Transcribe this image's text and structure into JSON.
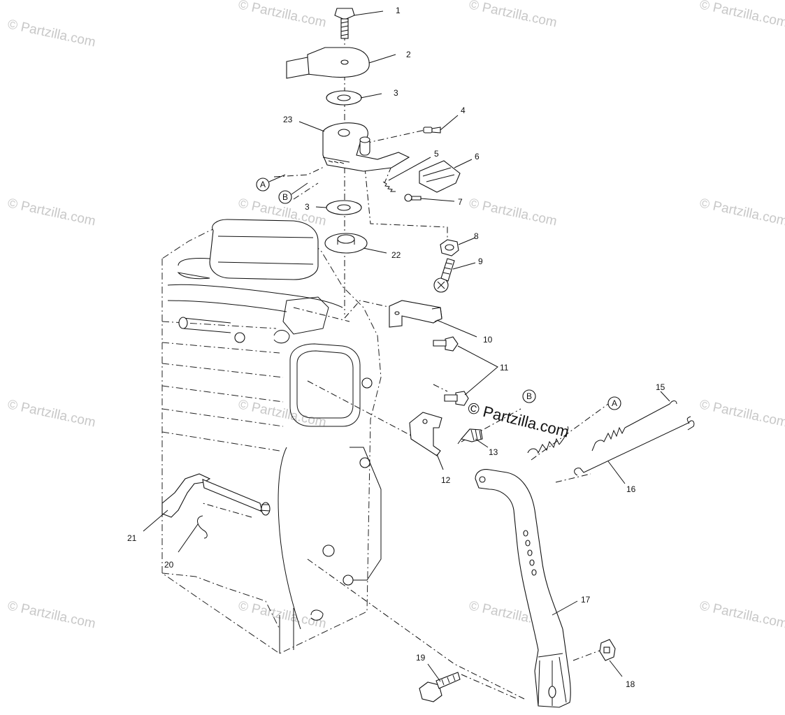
{
  "watermarks": {
    "text": "© Partzilla.com",
    "main_text": "© Partzilla.com"
  },
  "callouts": [
    {
      "label": "1"
    },
    {
      "label": "2"
    },
    {
      "label": "3"
    },
    {
      "label": "4"
    },
    {
      "label": "23"
    },
    {
      "label": "5"
    },
    {
      "label": "6"
    },
    {
      "label": "7"
    },
    {
      "label": "3"
    },
    {
      "label": "8"
    },
    {
      "label": "22"
    },
    {
      "label": "9"
    },
    {
      "label": "10"
    },
    {
      "label": "11"
    },
    {
      "label": "15"
    },
    {
      "label": "13"
    },
    {
      "label": "12"
    },
    {
      "label": "16"
    },
    {
      "label": "21"
    },
    {
      "label": "20"
    },
    {
      "label": "17"
    },
    {
      "label": "19"
    },
    {
      "label": "18"
    }
  ],
  "reference_markers": [
    {
      "label": "A"
    },
    {
      "label": "B"
    },
    {
      "label": "B"
    },
    {
      "label": "A"
    }
  ],
  "colors": {
    "line": "#111111",
    "watermark": "#c8c8c8",
    "background": "#ffffff"
  }
}
